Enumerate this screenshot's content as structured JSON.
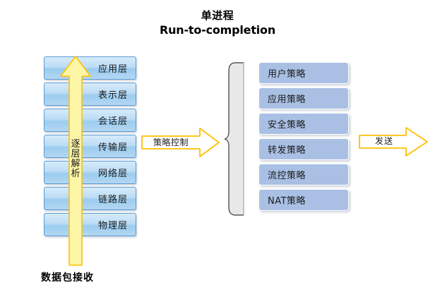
{
  "diagram": {
    "title": {
      "line_cn": "单进程",
      "line_en": "Run-to-completion"
    },
    "bottom_caption": "数据包接收",
    "osi_stack": {
      "name": "protocol-layer-stack",
      "layers": [
        {
          "label": "应用层"
        },
        {
          "label": "表示层"
        },
        {
          "label": "会话层"
        },
        {
          "label": "传输层"
        },
        {
          "label": "网络层"
        },
        {
          "label": "链路层"
        },
        {
          "label": "物理层"
        }
      ]
    },
    "up_arrow": {
      "label_chars": [
        "逐",
        "层",
        "解",
        "析"
      ],
      "label": "逐层解析"
    },
    "mid_arrow": {
      "label": "策略控制"
    },
    "right_arrow": {
      "label": "发送"
    },
    "policy_stack": {
      "name": "policy-list",
      "items": [
        {
          "label": "用户策略"
        },
        {
          "label": "应用策略"
        },
        {
          "label": "安全策略"
        },
        {
          "label": "转发策略"
        },
        {
          "label": "流控策略"
        },
        {
          "label": "NAT策略"
        }
      ]
    },
    "colors": {
      "layer_fill": "#bcdcf5",
      "layer_border": "#5b9bd5",
      "policy_fill": "#a9c0e4",
      "arrow_fill": "#fdf8a8",
      "arrow_border": "#ffc000",
      "brace_fill": "#e8e8e8",
      "background": "#ffffff",
      "text": "#1b1b1b"
    }
  }
}
